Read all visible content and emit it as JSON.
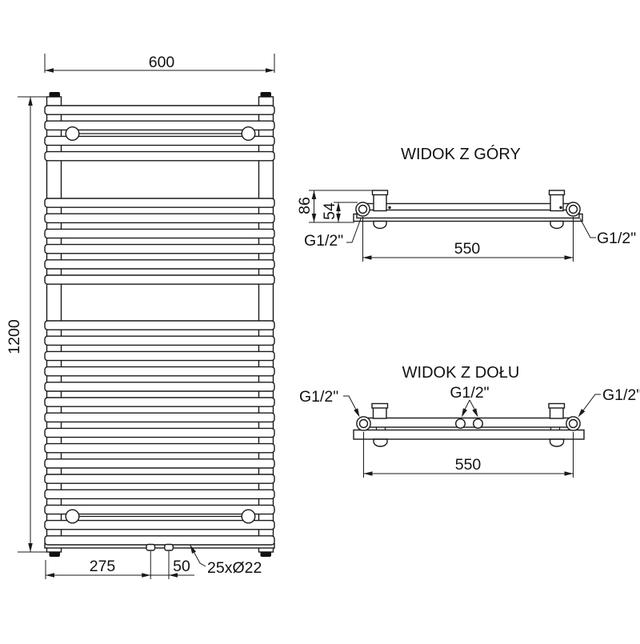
{
  "drawing": {
    "front_view": {
      "dim_width": "600",
      "dim_height": "1200",
      "dim_left_pipe_offset": "275",
      "dim_pipe_spacing": "50",
      "tube_spec": "25xØ22",
      "tube_count": 25,
      "tube_groups": [
        4,
        6,
        15
      ]
    },
    "top_view": {
      "title": "WIDOK Z GÓRY",
      "dim_total_depth": "86",
      "dim_bracket_depth": "54",
      "dim_connection_spacing": "550",
      "connection_left": "G1/2\"",
      "connection_right": "G1/2\""
    },
    "bottom_view": {
      "title": "WIDOK Z DOŁU",
      "dim_connection_spacing": "550",
      "connection_left": "G1/2\"",
      "connection_center": "G1/2\"",
      "connection_right": "G1/2\""
    },
    "colors": {
      "line": "#1a1a1a",
      "background": "#ffffff"
    }
  }
}
